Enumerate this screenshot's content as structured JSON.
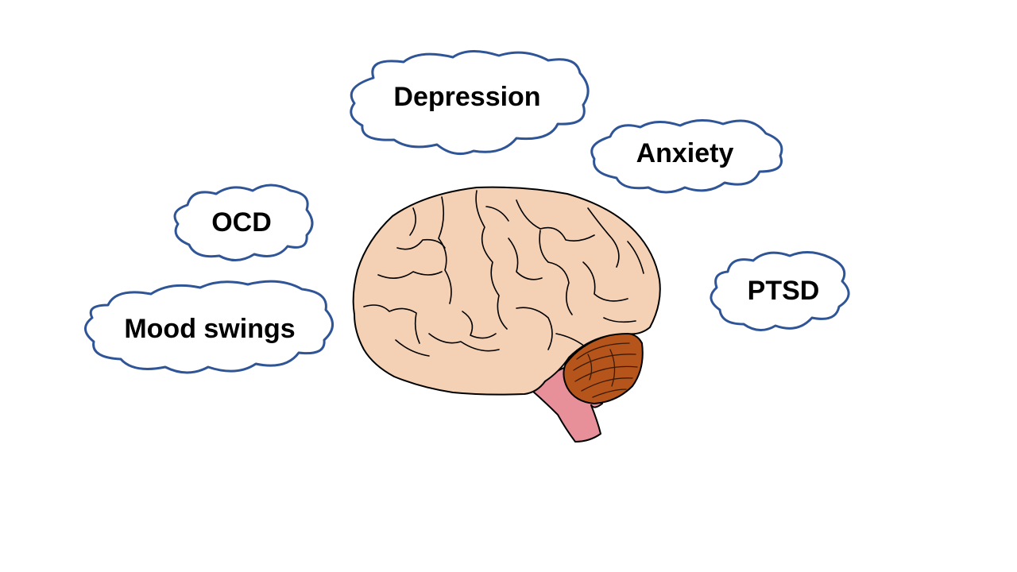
{
  "clouds": {
    "depression": {
      "label": "Depression"
    },
    "anxiety": {
      "label": "Anxiety"
    },
    "ocd": {
      "label": "OCD"
    },
    "ptsd": {
      "label": "PTSD"
    },
    "mood_swings": {
      "label": "Mood swings"
    }
  },
  "colors": {
    "cloud_outline": "#2f5597",
    "cerebrum": "#f4d1b4",
    "cerebellum": "#b5551b",
    "brainstem": "#e8909a"
  }
}
